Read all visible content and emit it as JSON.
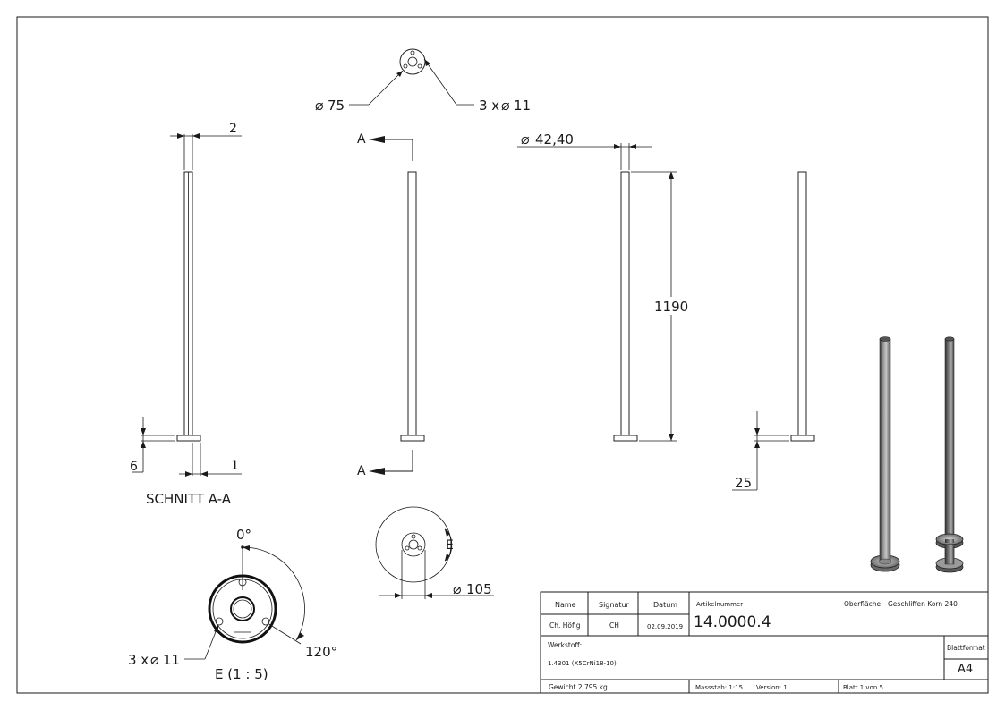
{
  "dimensions": {
    "wall_thickness": "2",
    "tube_diameter": "42,40",
    "height": "1190",
    "flange_offset": "25",
    "flange_thickness": "6",
    "step": "1",
    "flange_diameter": "75",
    "hole_count_diameter": "3 x",
    "hole_diameter": "11",
    "base_diameter": "105",
    "bottom_hole_label": "3 x",
    "bottom_hole_diameter": "11"
  },
  "labels": {
    "section_mark_a": "A",
    "section_caption": "SCHNITT A-A",
    "detail_mark": "E",
    "detail_caption": "E (1 : 5)",
    "angle_start": "0°",
    "angle_spacing": "120°",
    "diameter_symbol": "⌀"
  },
  "title_block": {
    "name_header": "Name",
    "signature_header": "Signatur",
    "date_header": "Datum",
    "article_header": "Artikelnummer",
    "surface_label": "Oberfläche:",
    "surface_value": "Geschliffen Korn 240",
    "name_value": "Ch. Höfig",
    "signature_value": "CH",
    "date_value": "02.09.2019",
    "article_number": "14.0000.4",
    "material_label": "Werkstoff:",
    "material_value": "1.4301 (X5CrNi18-10)",
    "format_label": "Blattformat",
    "format_value": "A4",
    "weight": "Gewicht 2.795 kg",
    "scale": "Massstab: 1:15",
    "version": "Version: 1",
    "sheet": "Blatt 1 von 5"
  },
  "colors": {
    "line": "#1a1a1a",
    "tube_light": "#b5b5b5",
    "tube_dark": "#4a4a4a"
  }
}
